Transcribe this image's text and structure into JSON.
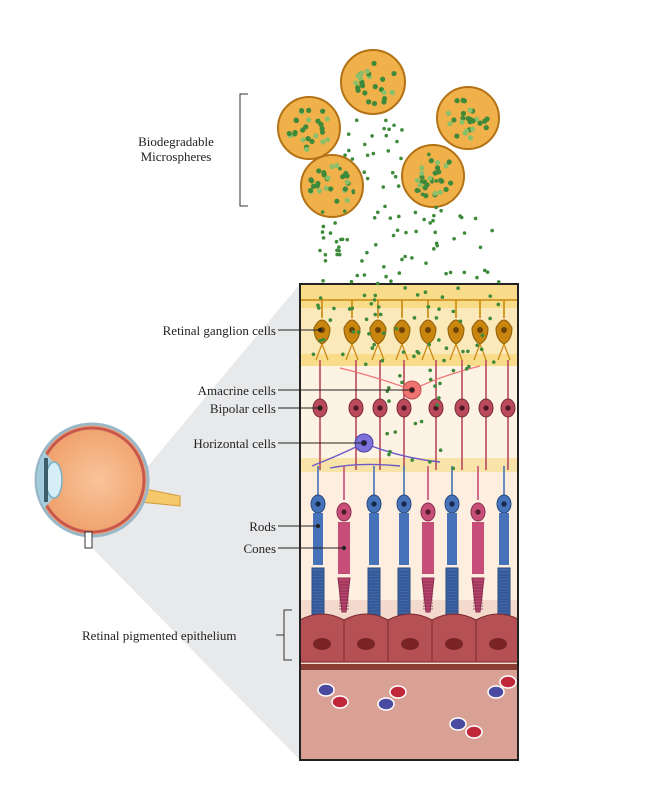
{
  "labels": {
    "microspheres_line1": "Biodegradable",
    "microspheres_line2": "Microspheres",
    "ganglion": "Retinal ganglion cells",
    "amacrine": "Amacrine cells",
    "bipolar": "Bipolar cells",
    "horizontal": "Horizontal cells",
    "rods": "Rods",
    "cones": "Cones",
    "rpe": "Retinal pigmented epithelium"
  },
  "colors": {
    "microsphere_fill": "#f0b04a",
    "microsphere_stroke": "#b27215",
    "particle": "#3c8a3a",
    "ganglion_cell": "#c9860f",
    "bipolar_cell": "#b84a5c",
    "amacrine_cell": "#ee7474",
    "horizontal_cell": "#6a5ac8",
    "rod": "#4572b8",
    "cone": "#c64e78",
    "rpe": "#b55055",
    "choroid": "#d9a195",
    "eye": "#f2ad7a",
    "layer_yellow": "#f8dc8a",
    "layer_cream": "#fdf2e3"
  }
}
